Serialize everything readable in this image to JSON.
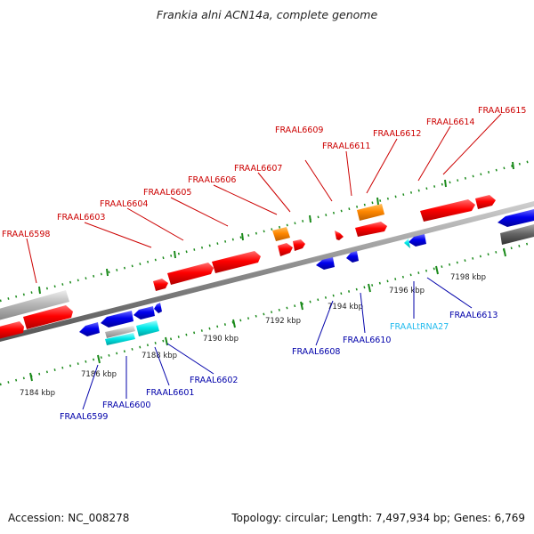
{
  "title": "Frankia alni ACN14a, complete genome",
  "footer": {
    "accession": "Accession: NC_008278",
    "summary": "Topology: circular; Length: 7,497,934 bp; Genes: 6,769"
  },
  "colors": {
    "plus_strand_label": "#cc0000",
    "minus_strand_label": "#0000aa",
    "rna_label": "#22bbee",
    "tick": "#1a8a1a",
    "cds_plus": "#ff0000",
    "cds_minus": "#0000ee",
    "other_gene": "#ff8800",
    "rna_gene": "#00e0e0",
    "neighbor_gene": "#b0b0b0"
  },
  "scale_labels": [
    "7184 kbp",
    "7186 kbp",
    "7188 kbp",
    "7190 kbp",
    "7192 kbp",
    "7194 kbp",
    "7196 kbp",
    "7198 kbp"
  ],
  "genes_top": [
    "FRAAL6598",
    "FRAAL6603",
    "FRAAL6604",
    "FRAAL6605",
    "FRAAL6606",
    "FRAAL6607",
    "FRAAL6609",
    "FRAAL6611",
    "FRAAL6612",
    "FRAAL6614",
    "FRAAL6615"
  ],
  "genes_bottom": [
    "FRAAL6599",
    "FRAAL6600",
    "FRAAL6601",
    "FRAAL6602",
    "FRAAL6608",
    "FRAAL6610",
    "FRAALtRNA27",
    "FRAAL6613"
  ]
}
